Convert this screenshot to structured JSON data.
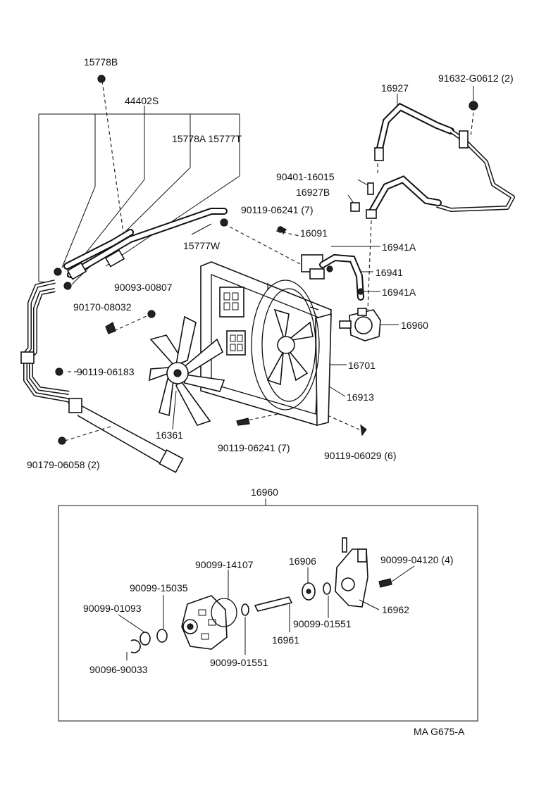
{
  "diagram_code": "MA G675-A",
  "upper_labels": {
    "clamp_15778B": "15778B",
    "hose_44402S": "44402S",
    "pair_15778A_15777T": "15778A 15777T",
    "bolt_91632": "91632-G0612 (2)",
    "pressure_hose_16927": "16927",
    "bolt_90401": "90401-16015",
    "clamp_16927B": "16927B",
    "bolt_90119_06241_top": "90119-06241 (7)",
    "valve_16091": "16091",
    "hose_16941A_top": "16941A",
    "clamp_15777W": "15777W",
    "nut_90093": "90093-00807",
    "hose_16941": "16941",
    "hose_16941A_bottom": "16941A",
    "nut_90170": "90170-08032",
    "motor_16960": "16960",
    "bolt_90119_06183": "90119-06183",
    "shroud_16701": "16701",
    "fan_blade_16913": "16913",
    "fan_16361": "16361",
    "bolt_90119_06241_bottom": "90119-06241 (7)",
    "bolt_90119_06029": "90119-06029 (6)",
    "clip_90179": "90179-06058 (2)"
  },
  "detail": {
    "title": "16960",
    "labels": {
      "gasket_90099_14107": "90099-14107",
      "bearing_16906": "16906",
      "bolt_90099_04120": "90099-04120 (4)",
      "seal_90099_15035": "90099-15035",
      "seal_90099_01093": "90099-01093",
      "ring_90099_01551_right": "90099-01551",
      "cover_16962": "16962",
      "shaft_16961": "16961",
      "snap_ring_90096": "90096-90033",
      "ring_90099_01551_left": "90099-01551"
    }
  }
}
